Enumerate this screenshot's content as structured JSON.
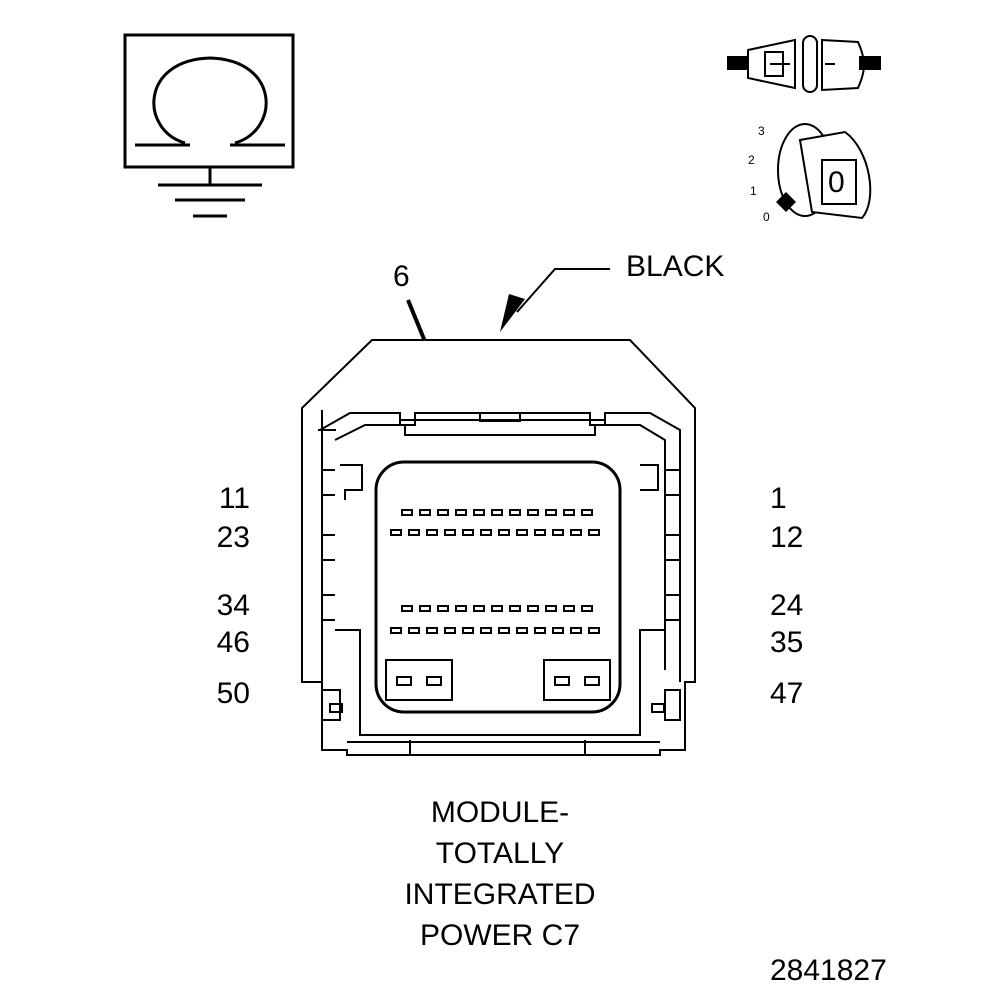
{
  "callout": {
    "label": "BLACK",
    "pin": "6"
  },
  "pins_left": [
    "11",
    "23",
    "34",
    "46",
    "50"
  ],
  "pins_right": [
    "1",
    "12",
    "24",
    "35",
    "47"
  ],
  "title_lines": [
    "MODULE-",
    "TOTALLY",
    "INTEGRATED",
    "POWER C7"
  ],
  "figure_id": "2841827",
  "ignition": {
    "positions": [
      "3",
      "2",
      "1",
      "0"
    ],
    "key_label": "0"
  },
  "icons": [
    "ohmmeter-ground-icon",
    "connector-disconnected-icon",
    "ignition-key-off-icon"
  ],
  "colors": {
    "line": "#000000",
    "background": "#ffffff"
  }
}
